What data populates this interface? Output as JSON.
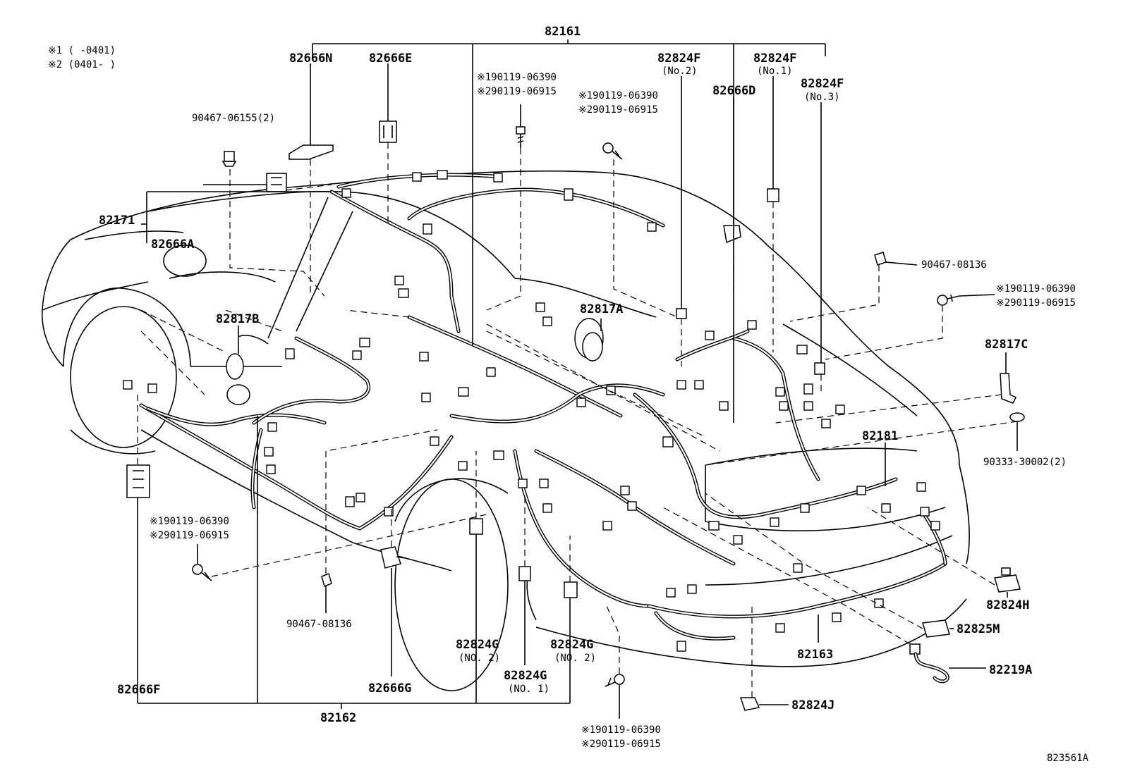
{
  "notes": {
    "note1": "※1 (       -0401)",
    "note2": "※2 (0401-       )"
  },
  "labels": {
    "l82161": "82161",
    "l82666N": "82666N",
    "l82666E": "82666E",
    "l82824F_no2": "82824F",
    "l82824F_no2_sub": "(No.2)",
    "l82824F_no1": "82824F",
    "l82824F_no1_sub": "(No.1)",
    "l82666D": "82666D",
    "l82824F_no3": "82824F",
    "l82824F_no3_sub": "(No.3)",
    "bolt_a1": "※190119-06390",
    "bolt_a2": "※290119-06915",
    "bolt_b1": "※190119-06390",
    "bolt_b2": "※290119-06915",
    "clip_90467_06155": "90467-06155(2)",
    "l82171": "82171",
    "l82666A": "82666A",
    "clip_90467_08136_r": "90467-08136",
    "bolt_c1": "※190119-06390",
    "bolt_c2": "※290119-06915",
    "l82817B": "82817B",
    "l82817A": "82817A",
    "l82817C": "82817C",
    "l82181": "82181",
    "plug_90333": "90333-30002(2)",
    "bolt_d1": "※190119-06390",
    "bolt_d2": "※290119-06915",
    "clip_90467_08136_l": "90467-08136",
    "l82824H": "82824H",
    "l82825M": "82825M",
    "l82824G_a": "82824G",
    "l82824G_a_sub": "(NO. 2)",
    "l82824G_b": "82824G",
    "l82824G_b_sub": "(NO. 2)",
    "l82163": "82163",
    "l82219A": "82219A",
    "l82666F": "82666F",
    "l82666G": "82666G",
    "l82824G_c": "82824G",
    "l82824G_c_sub": "(NO. 1)",
    "l82824J": "82824J",
    "l82162": "82162",
    "bolt_e1": "※190119-06390",
    "bolt_e2": "※290119-06915",
    "ref_code": "823561A"
  }
}
